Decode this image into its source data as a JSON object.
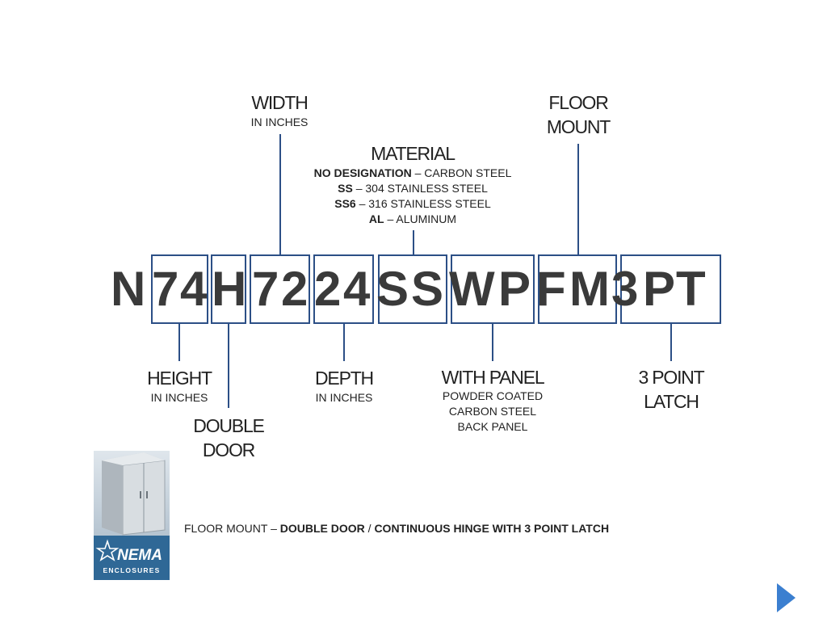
{
  "part_number": {
    "characters": [
      "N",
      "7",
      "4",
      "H",
      "7",
      "2",
      "2",
      "4",
      "S",
      "S",
      "W",
      "P",
      "F",
      "M",
      "3",
      "P",
      "T"
    ]
  },
  "labels": {
    "width": {
      "title": "WIDTH",
      "sub": "IN INCHES"
    },
    "floor_mount": {
      "line1": "FLOOR",
      "line2": "MOUNT"
    },
    "material": {
      "title": "MATERIAL",
      "options": [
        {
          "code": "NO DESIGNATION",
          "desc": " – CARBON STEEL"
        },
        {
          "code": "SS",
          "desc": " – 304 STAINLESS STEEL"
        },
        {
          "code": "SS6",
          "desc": " – 316 STAINLESS STEEL"
        },
        {
          "code": "AL",
          "desc": " – ALUMINUM"
        }
      ]
    },
    "height": {
      "title": "HEIGHT",
      "sub": "IN INCHES"
    },
    "double_door": {
      "line1": "DOUBLE",
      "line2": "DOOR"
    },
    "depth": {
      "title": "DEPTH",
      "sub": "IN INCHES"
    },
    "with_panel": {
      "title": "WITH PANEL",
      "sub1": "POWDER COATED",
      "sub2": "CARBON STEEL",
      "sub3": "BACK PANEL"
    },
    "latch": {
      "line1": "3 POINT",
      "line2": "LATCH"
    }
  },
  "caption": {
    "prefix": "FLOOR MOUNT – ",
    "bold1": "DOUBLE DOOR",
    "sep": " / ",
    "bold2": "CONTINUOUS HINGE WITH 3 POINT LATCH"
  },
  "logo": {
    "name": "NEMA",
    "sub": "ENCLOSURES"
  },
  "colors": {
    "accent": "#2c4f86",
    "text": "#3a3a3a",
    "arrow": "#3b7fd0"
  },
  "icons": {
    "next": "play-triangle-icon",
    "logo_star": "star-icon"
  }
}
